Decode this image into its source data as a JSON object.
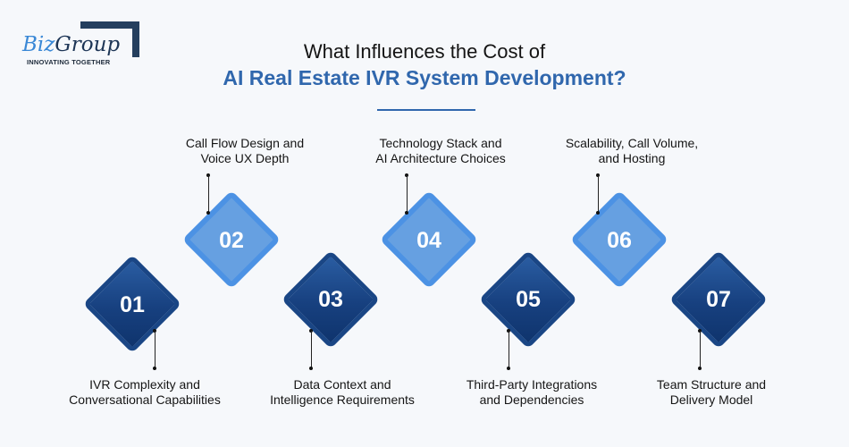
{
  "logo": {
    "name_part1": "Biz",
    "name_part2": "Group",
    "tagline": "INNOVATING TOGETHER"
  },
  "title": {
    "line1": "What Influences the Cost of",
    "line2": "AI Real Estate IVR System Development?"
  },
  "colors": {
    "dark_diamond": "#17407f",
    "light_diamond": "#66a0e1",
    "title_accent": "#3067ad"
  },
  "factors": [
    {
      "number": "01",
      "label_line1": "IVR Complexity and",
      "label_line2": "Conversational Capabilities"
    },
    {
      "number": "02",
      "label_line1": "Call Flow Design and",
      "label_line2": "Voice UX Depth"
    },
    {
      "number": "03",
      "label_line1": "Data Context and",
      "label_line2": "Intelligence Requirements"
    },
    {
      "number": "04",
      "label_line1": "Technology Stack and",
      "label_line2": "AI Architecture Choices"
    },
    {
      "number": "05",
      "label_line1": "Third-Party Integrations",
      "label_line2": "and Dependencies"
    },
    {
      "number": "06",
      "label_line1": "Scalability, Call Volume,",
      "label_line2": "and Hosting"
    },
    {
      "number": "07",
      "label_line1": "Team Structure and",
      "label_line2": "Delivery Model"
    }
  ]
}
